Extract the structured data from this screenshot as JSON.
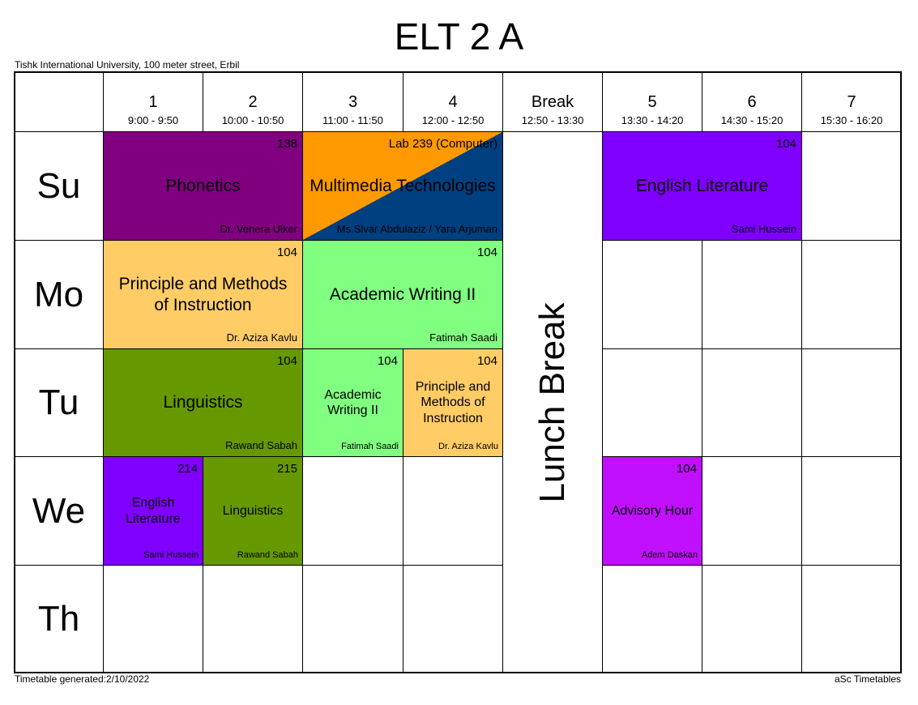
{
  "title": "ELT 2 A",
  "subtitle": "Tishk International University, 100 meter street, Erbil",
  "footer_left": "Timetable generated:2/10/2022",
  "footer_right": "aSc Timetables",
  "periods": [
    {
      "n": "1",
      "t": "9:00 - 9:50"
    },
    {
      "n": "2",
      "t": "10:00 - 10:50"
    },
    {
      "n": "3",
      "t": "11:00 - 11:50"
    },
    {
      "n": "4",
      "t": "12:00 - 12:50"
    },
    {
      "n": "Break",
      "t": "12:50 - 13:30"
    },
    {
      "n": "5",
      "t": "13:30 - 14:20"
    },
    {
      "n": "6",
      "t": "14:30 - 15:20"
    },
    {
      "n": "7",
      "t": "15:30 - 16:20"
    }
  ],
  "days": [
    "Su",
    "Mo",
    "Tu",
    "We",
    "Th"
  ],
  "break_label": "Lunch Break",
  "break_col": 4,
  "lessons": [
    {
      "day": 0,
      "col": 0,
      "span": 2,
      "subject": "Phonetics",
      "room": "138",
      "teacher": "Dr. Venera Ulker",
      "color": "#800080"
    },
    {
      "day": 0,
      "col": 2,
      "span": 2,
      "subject": "Multimedia Technologies",
      "room": "Lab 239 (Computer)",
      "teacher": "Ms.Slvar Abdulaziz / Yara Arjuman",
      "color": "#FF9900",
      "color2": "#003F80"
    },
    {
      "day": 0,
      "col": 5,
      "span": 2,
      "subject": "English Literature",
      "room": "104",
      "teacher": "Sami Hussein",
      "color": "#8000FF"
    },
    {
      "day": 1,
      "col": 0,
      "span": 2,
      "subject": "Principle and Methods of Instruction",
      "room": "104",
      "teacher": "Dr. Aziza Kavlu",
      "color": "#FFCC66"
    },
    {
      "day": 1,
      "col": 2,
      "span": 2,
      "subject": "Academic Writing II",
      "room": "104",
      "teacher": "Fatimah Saadi",
      "color": "#80FF80"
    },
    {
      "day": 2,
      "col": 0,
      "span": 2,
      "subject": "Linguistics",
      "room": "104",
      "teacher": "Rawand Sabah",
      "color": "#669900"
    },
    {
      "day": 2,
      "col": 2,
      "span": 1,
      "subject": "Academic Writing II",
      "room": "104",
      "teacher": "Fatimah Saadi",
      "color": "#80FF80"
    },
    {
      "day": 2,
      "col": 3,
      "span": 1,
      "subject": "Principle and Methods of Instruction",
      "room": "104",
      "teacher": "Dr. Aziza Kavlu",
      "color": "#FFCC66"
    },
    {
      "day": 3,
      "col": 0,
      "span": 1,
      "subject": "English Literature",
      "room": "214",
      "teacher": "Sami Hussein",
      "color": "#8000FF"
    },
    {
      "day": 3,
      "col": 1,
      "span": 1,
      "subject": "Linguistics",
      "room": "215",
      "teacher": "Rawand Sabah",
      "color": "#669900"
    },
    {
      "day": 3,
      "col": 5,
      "span": 1,
      "subject": "Advisory Hour",
      "room": "104",
      "teacher": "Adem Daskan",
      "color": "#C010FF"
    }
  ]
}
